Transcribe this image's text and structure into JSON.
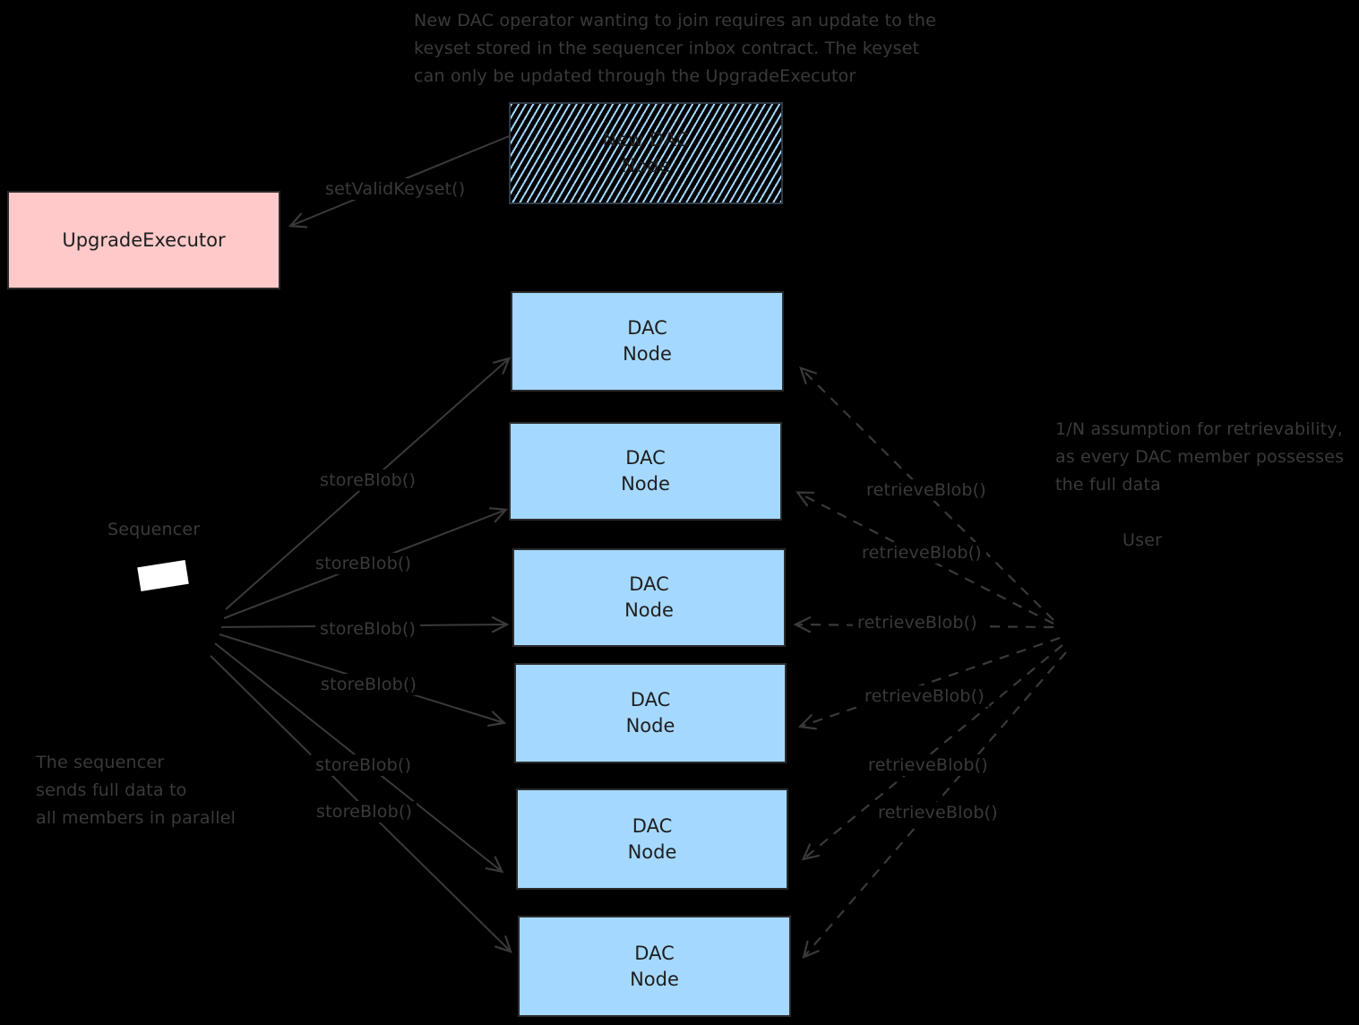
{
  "notes": {
    "top": "New DAC operator wanting to join requires an update to the\nkeyset stored in the sequencer inbox contract. The keyset\ncan only be updated through the UpgradeExecutor",
    "sequencer_side": "The sequencer\nsends full data to\nall members in parallel",
    "retrievability": "1/N assumption for retrievability,\nas every DAC member possesses\nthe full data"
  },
  "labels": {
    "sequencer": "Sequencer",
    "user": "User"
  },
  "boxes": {
    "upgrade_executor": {
      "label": "UpgradeExecutor",
      "fill": "#ffc9c9"
    },
    "new_dac_node": {
      "label": "New DAC\nNode",
      "fill": "hachure #a5d8ff on #000000"
    },
    "dac_nodes": [
      {
        "label": "DAC\nNode"
      },
      {
        "label": "DAC\nNode"
      },
      {
        "label": "DAC\nNode"
      },
      {
        "label": "DAC\nNode"
      },
      {
        "label": "DAC\nNode"
      },
      {
        "label": "DAC\nNode"
      }
    ],
    "dac_node_fill": "#a5d8ff"
  },
  "edges": {
    "set_valid_keyset": "setValidKeyset()",
    "store": [
      "storeBlob()",
      "storeBlob()",
      "storeBlob()",
      "storeBlob()",
      "storeBlob()",
      "storeBlob()"
    ],
    "retrieve": [
      "retrieveBlob()",
      "retrieveBlob()",
      "retrieveBlob()",
      "retrieveBlob()",
      "retrieveBlob()",
      "retrieveBlob()"
    ]
  },
  "colors": {
    "background": "#000000",
    "stroke": "#3a3a3a",
    "box_text": "#1e1e1e",
    "upgrade_executor_fill": "#ffc9c9",
    "dac_node_fill": "#a5d8ff",
    "sequencer_screen": "#ffffff"
  }
}
